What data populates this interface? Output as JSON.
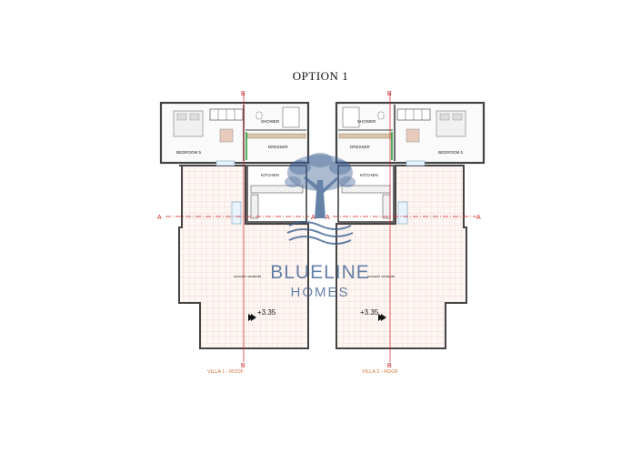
{
  "title": "OPTION 1",
  "villa1": {
    "caption": "VILLA 1 - ROOF",
    "rooms": {
      "bedroom": "BEDROOM 5",
      "shower": "SHOWER",
      "dresser": "DRESSER",
      "kitchen": "KITCHEN"
    },
    "terrace_label": "uncover veranda",
    "level": "+3.35"
  },
  "villa2": {
    "caption": "VILLA 2 - ROOF",
    "rooms": {
      "bedroom": "BEDROOM 5",
      "shower": "SHOWER",
      "dresser": "DRESSER",
      "kitchen": "KITCHEN"
    },
    "terrace_label": "uncover veranda",
    "level": "+3.35"
  },
  "section_marks": {
    "a": "A",
    "b": "B"
  },
  "watermark": {
    "line1": "BLUELINE",
    "line2": "HOMES",
    "color": "#3b5e8f"
  },
  "colors": {
    "section_line": "#cc2222",
    "caption": "#d0743a",
    "tile": "#e6c7bd",
    "wall": "#444444"
  }
}
